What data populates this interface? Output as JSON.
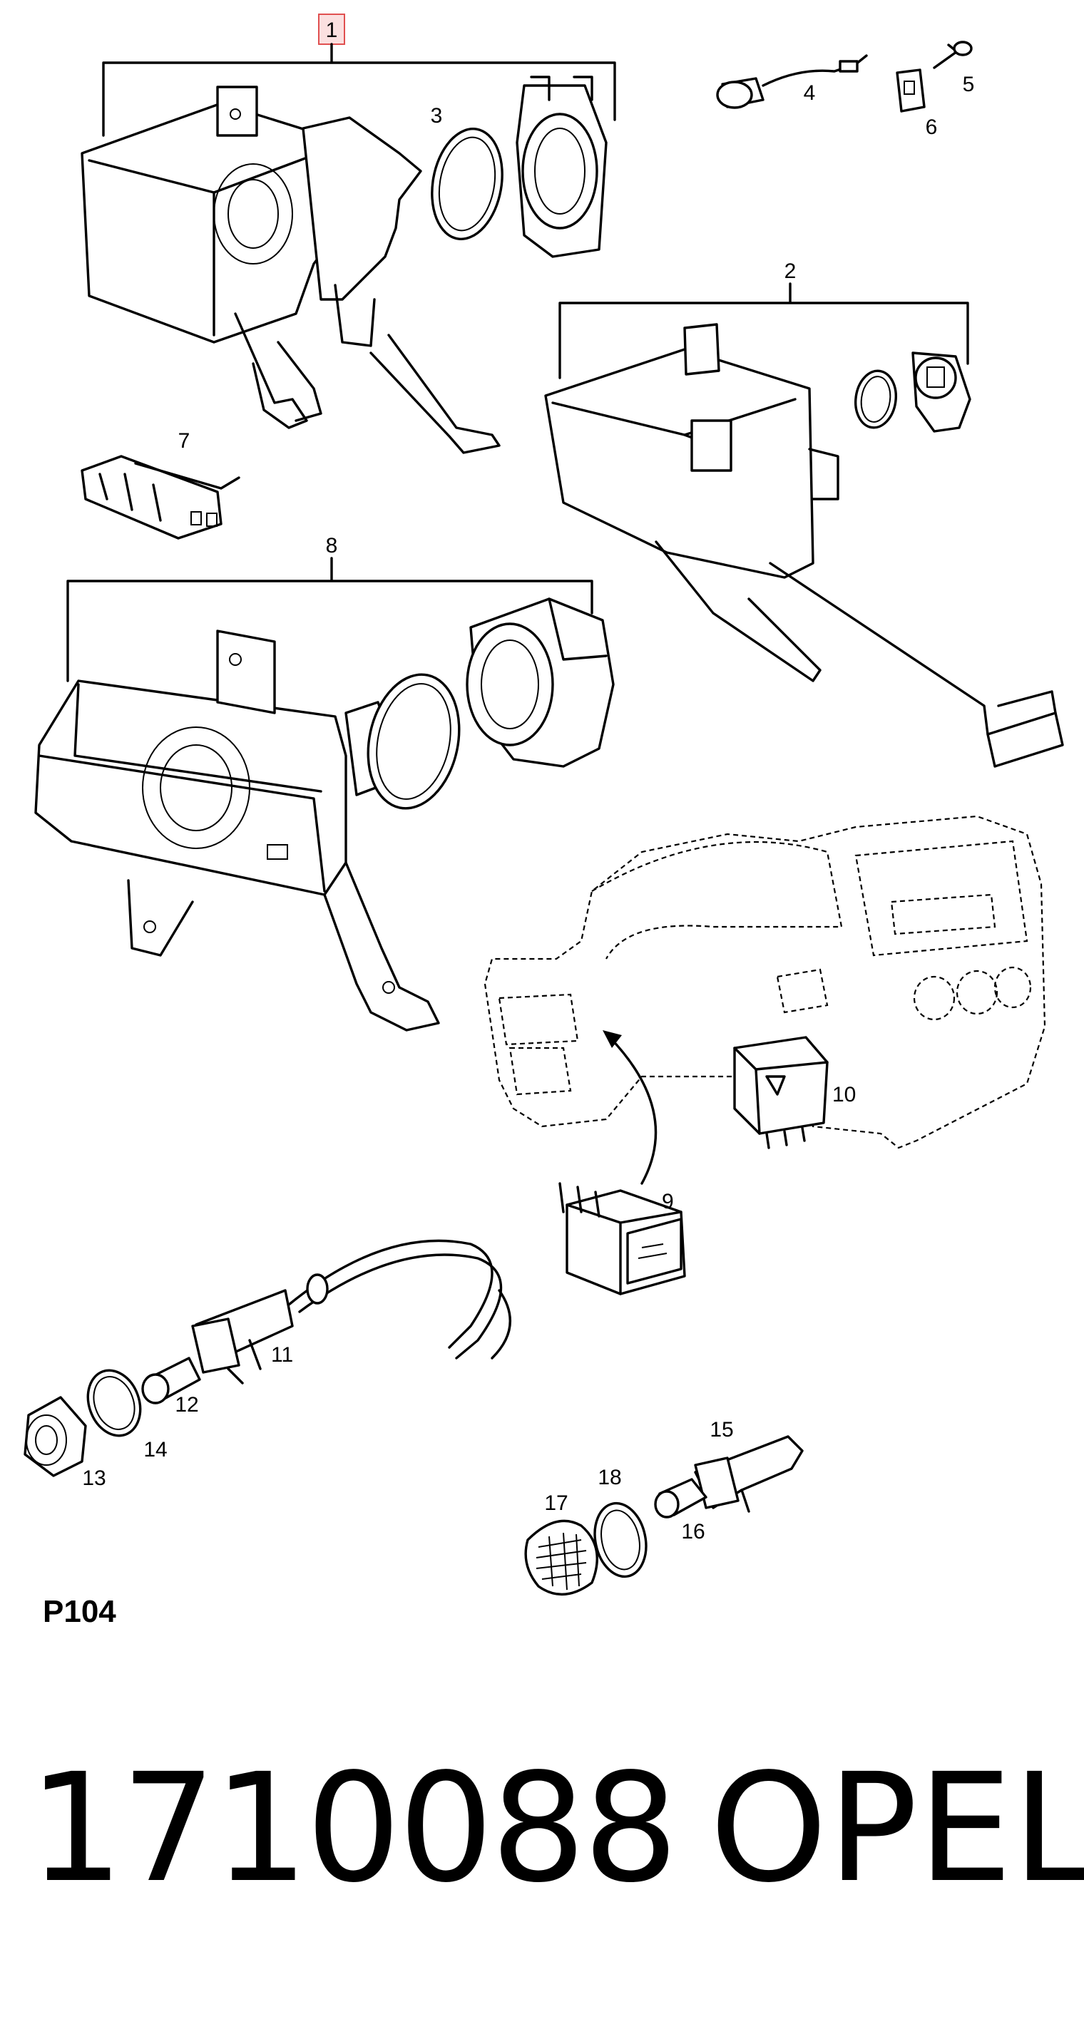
{
  "diagram": {
    "callouts": {
      "c1": "1",
      "c2": "2",
      "c3": "3",
      "c4": "4",
      "c5": "5",
      "c6": "6",
      "c7": "7",
      "c8": "8",
      "c9": "9",
      "c10": "10",
      "c11": "11",
      "c12": "12",
      "c13": "13",
      "c14": "14",
      "c15": "15",
      "c16": "16",
      "c17": "17",
      "c18": "18"
    },
    "highlight_color": "#e05050"
  },
  "page_code": "P104",
  "footer": {
    "part_number": "1710088",
    "brand": "OPEL"
  }
}
